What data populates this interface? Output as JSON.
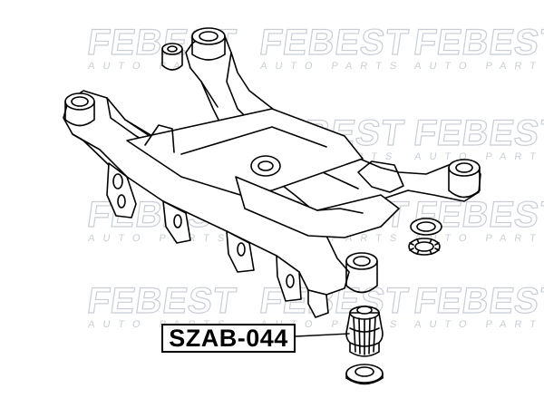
{
  "watermark": {
    "brand": "FEBEST",
    "tagline": "AUTO PARTS"
  },
  "part_number": "SZAB-044",
  "colors": {
    "watermark": "#c9ced6",
    "line": "#000000",
    "background": "#ffffff"
  }
}
